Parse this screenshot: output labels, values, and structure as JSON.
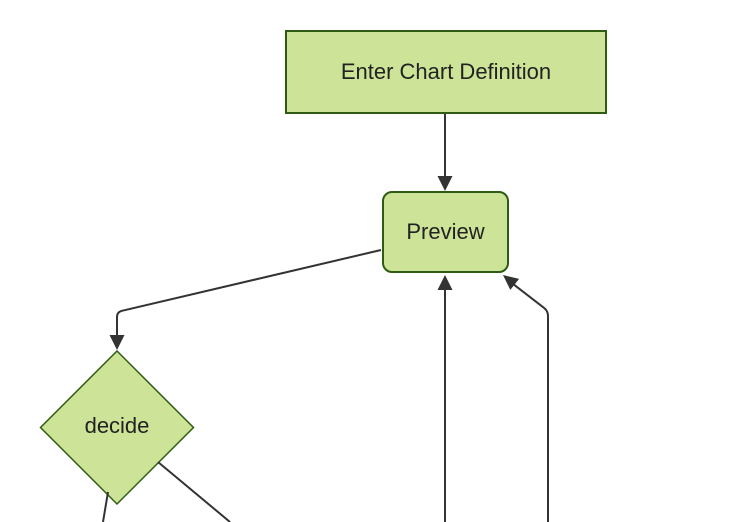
{
  "diagram": {
    "type": "flowchart",
    "direction": "top-down"
  },
  "colors": {
    "background": "#ffffff",
    "node_fill": "#cde498",
    "node_border": "#2d5c12",
    "edge_color": "#333333",
    "label_color": "#222222"
  },
  "nodes": [
    {
      "id": "A",
      "label": "Enter Chart Definition",
      "shape": "rectangle"
    },
    {
      "id": "B",
      "label": "Preview",
      "shape": "rounded-rectangle"
    },
    {
      "id": "C",
      "label": "decide",
      "shape": "diamond"
    }
  ],
  "edges": [
    {
      "from": "Enter Chart Definition",
      "to": "Preview",
      "head": "arrow"
    },
    {
      "from": "Preview",
      "to": "decide",
      "head": "arrow"
    },
    {
      "from": "decide",
      "to": "offscreen-bottom-left",
      "head": "none"
    },
    {
      "from": "decide",
      "to": "offscreen-bottom-right",
      "head": "none"
    },
    {
      "from": "offscreen-bottom-center",
      "to": "Preview",
      "head": "arrow"
    },
    {
      "from": "offscreen-bottom-right",
      "to": "Preview",
      "head": "arrow"
    }
  ]
}
